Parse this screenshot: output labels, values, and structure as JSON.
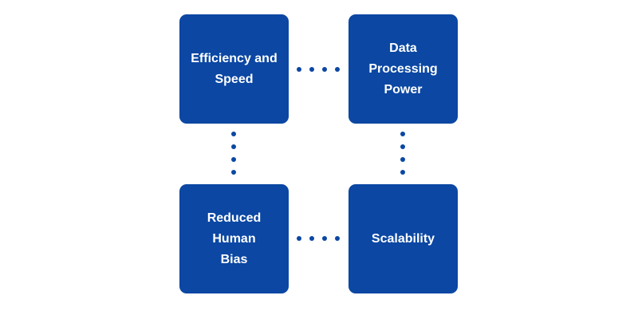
{
  "diagram": {
    "accent_color": "#0b47a3",
    "boxes": [
      {
        "id": "tl",
        "label": "Efficiency and\nSpeed"
      },
      {
        "id": "tr",
        "label": "Data\nProcessing\nPower"
      },
      {
        "id": "bl",
        "label": "Reduced\nHuman\nBias"
      },
      {
        "id": "br",
        "label": "Scalability"
      }
    ]
  }
}
